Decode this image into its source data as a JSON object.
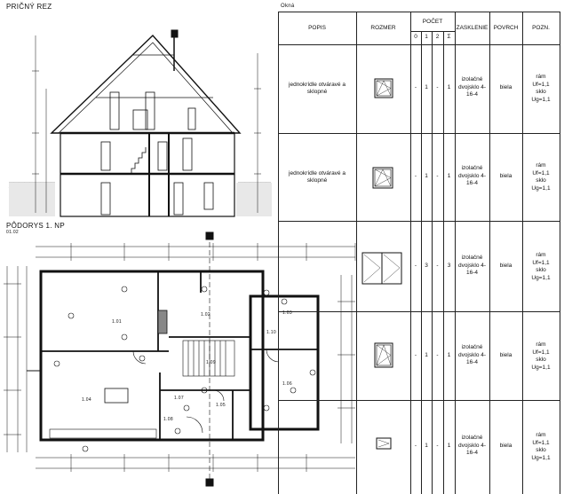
{
  "section": {
    "title": "PRIČNÝ REZ"
  },
  "floorplan": {
    "title": "PÔDORYS 1. NP",
    "subtitle": "01.02",
    "rooms": [
      "1.01",
      "1.02",
      "1.03",
      "1.04",
      "1.05",
      "1.06",
      "1.07",
      "1.08",
      "1.09",
      "1.10"
    ]
  },
  "table": {
    "caption": "Okná",
    "headers": {
      "popis": "POPIS",
      "rozmer": "ROZMER",
      "pocet": "POČET",
      "pocet_sub": [
        "0",
        "1",
        "2",
        "Σ"
      ],
      "zasklenie": "ZASKLENIE",
      "povrch": "POVRCH",
      "pozn": "POZN."
    },
    "rows": [
      {
        "popis": "jednokrídle otváravé a sklopné",
        "counts": [
          "-",
          "1",
          "-",
          "1"
        ],
        "zasklenie": "izolačné dvojsklo 4-16-4",
        "povrch": "biela",
        "pozn": "rám Uf=1,1 sklo Ug=1,1"
      },
      {
        "popis": "jednokrídle otváravé a sklopné",
        "counts": [
          "-",
          "1",
          "-",
          "1"
        ],
        "zasklenie": "izolačné dvojsklo 4-16-4",
        "povrch": "biela",
        "pozn": "rám Uf=1,1 sklo Ug=1,1"
      },
      {
        "popis": "",
        "counts": [
          "-",
          "3",
          "-",
          "3"
        ],
        "zasklenie": "izolačné dvojsklo 4-16-4",
        "povrch": "biela",
        "pozn": "rám Uf=1,1 sklo Ug=1,1"
      },
      {
        "popis": "",
        "counts": [
          "-",
          "1",
          "-",
          "1"
        ],
        "zasklenie": "izolačné dvojsklo 4-16-4",
        "povrch": "biela",
        "pozn": "rám Uf=1,1 sklo Ug=1,1"
      },
      {
        "popis": "",
        "counts": [
          "-",
          "1",
          "-",
          "1"
        ],
        "zasklenie": "izolačné dvojsklo 4-16-4",
        "povrch": "biela",
        "pozn": "rám Uf=1,1 sklo Ug=1,1"
      }
    ]
  }
}
